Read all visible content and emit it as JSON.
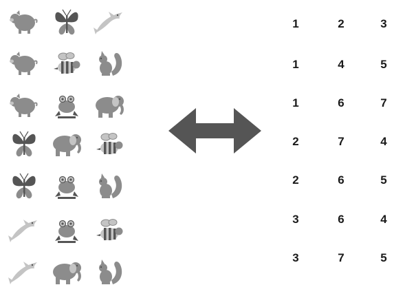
{
  "animals": {
    "pig": "pig",
    "butterfly": "butterfly",
    "dolphin": "dolphin",
    "bee": "bee",
    "squirrel": "squirrel",
    "frog": "frog",
    "elephant": "elephant"
  },
  "icon_grid": [
    [
      "pig",
      "butterfly",
      "dolphin"
    ],
    [
      "pig",
      "bee",
      "squirrel"
    ],
    [
      "pig",
      "frog",
      "elephant"
    ],
    [
      "butterfly",
      "elephant",
      "bee"
    ],
    [
      "butterfly",
      "frog",
      "squirrel"
    ],
    [
      "dolphin",
      "frog",
      "bee"
    ],
    [
      "dolphin",
      "elephant",
      "squirrel"
    ]
  ],
  "number_grid": [
    [
      "1",
      "2",
      "3"
    ],
    [
      "1",
      "4",
      "5"
    ],
    [
      "1",
      "6",
      "7"
    ],
    [
      "2",
      "7",
      "4"
    ],
    [
      "2",
      "6",
      "5"
    ],
    [
      "3",
      "6",
      "4"
    ],
    [
      "3",
      "7",
      "5"
    ]
  ],
  "arrow": "double-headed-arrow-icon",
  "colors": {
    "icon_dark": "#555555",
    "icon_mid": "#8c8c8c",
    "icon_light": "#c4c4c4",
    "arrow": "#555555",
    "text": "#1a1a1a"
  }
}
